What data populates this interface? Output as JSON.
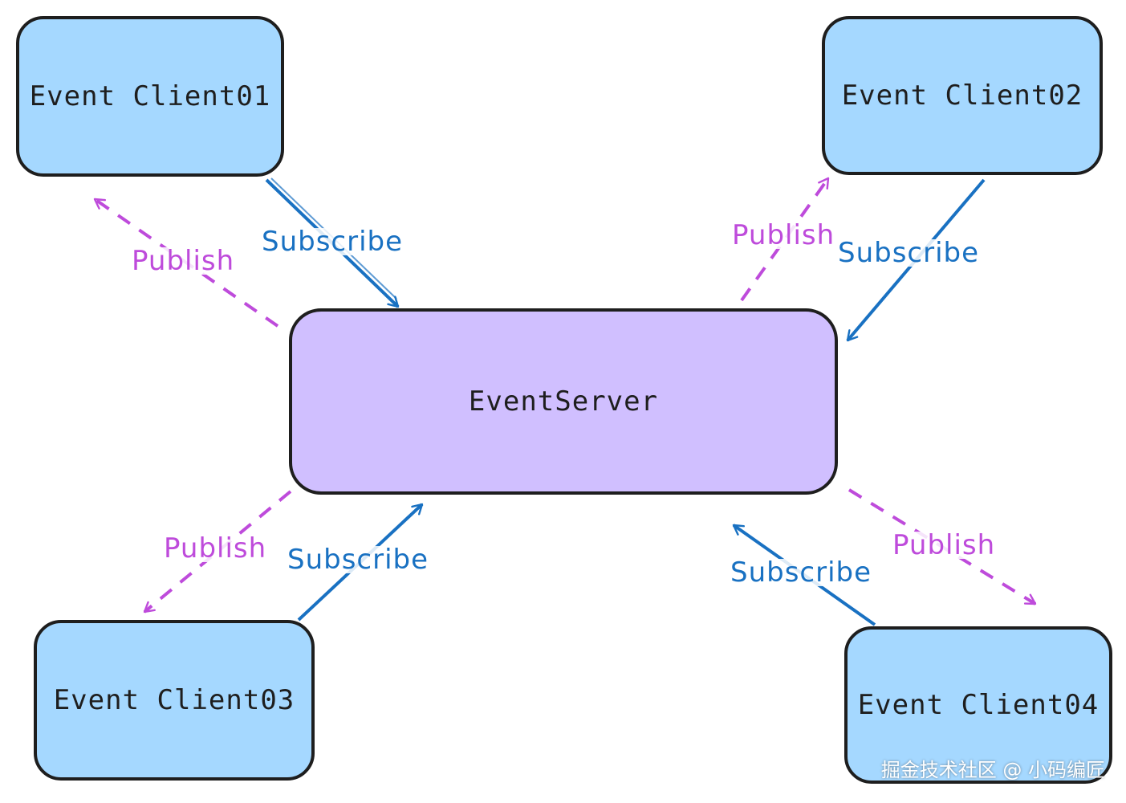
{
  "nodes": {
    "client01": "Event Client01",
    "client02": "Event Client02",
    "client03": "Event Client03",
    "client04": "Event Client04",
    "server": "EventServer"
  },
  "edges": {
    "publish_label": "Publish",
    "subscribe_label": "Subscribe"
  },
  "colors": {
    "client_fill": "#a5d8ff",
    "server_fill": "#d0bfff",
    "publish": "#be4bdb",
    "subscribe": "#1971c2",
    "stroke": "#1e1e1e"
  },
  "watermark": "掘金技术社区 @ 小码编匠"
}
